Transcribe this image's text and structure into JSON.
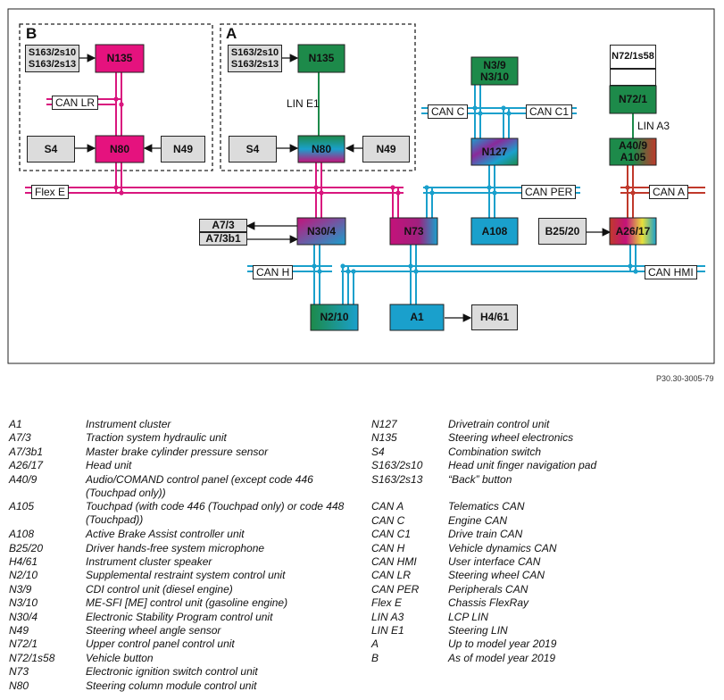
{
  "groups": {
    "b": "B",
    "a": "A"
  },
  "modules": {
    "s163_b": "S163/2s10\nS163/2s13",
    "n135_b": "N135",
    "s4_b": "S4",
    "n80_b": "N80",
    "n49_b": "N49",
    "s163_a": "S163/2s10\nS163/2s13",
    "n135_a": "N135",
    "s4_a": "S4",
    "n80_a": "N80",
    "n49_a": "N49",
    "n3": "N3/9\nN3/10",
    "n72s58": "N72/1s58",
    "n72_1": "N72/1",
    "n127": "N127",
    "a40": "A40/9\nA105",
    "a7": "A7/3",
    "a7b1": "A7/3b1",
    "n30": "N30/4",
    "n73": "N73",
    "a108": "A108",
    "b25": "B25/20",
    "a26": "A26/17",
    "n2": "N2/10",
    "a1": "A1",
    "h4": "H4/61"
  },
  "buses": {
    "can_lr": "CAN LR",
    "lin_e1": "LIN E1",
    "can_c": "CAN C",
    "can_c1": "CAN C1",
    "lin_a3": "LIN A3",
    "flex_e": "Flex E",
    "can_per": "CAN PER",
    "can_a": "CAN A",
    "can_h": "CAN H",
    "can_hmi": "CAN HMI"
  },
  "figure_code": "P30.30-3005-79",
  "colors": {
    "magenta": "#d9167e",
    "pink_box": "#e5127e",
    "green": "#1d8a4a",
    "cyan": "#1aa0cc",
    "red": "#c0392b",
    "grey_box": "#dcdcdc"
  },
  "legend_left": [
    {
      "code": "A1",
      "desc": "Instrument cluster"
    },
    {
      "code": "A7/3",
      "desc": "Traction system hydraulic unit"
    },
    {
      "code": "A7/3b1",
      "desc": "Master brake cylinder pressure sensor"
    },
    {
      "code": "A26/17",
      "desc": "Head unit"
    },
    {
      "code": "A40/9",
      "desc": "Audio/COMAND control panel (except code 446 (Touchpad only))"
    },
    {
      "code": "A105",
      "desc": "Touchpad (with code 446 (Touchpad only) or code 448 (Touchpad))"
    },
    {
      "code": "A108",
      "desc": "Active Brake Assist controller unit"
    },
    {
      "code": "B25/20",
      "desc": "Driver hands-free system microphone"
    },
    {
      "code": "H4/61",
      "desc": "Instrument cluster speaker"
    },
    {
      "code": "N2/10",
      "desc": "Supplemental restraint system control unit"
    },
    {
      "code": "N3/9",
      "desc": "CDI control unit (diesel engine)"
    },
    {
      "code": "N3/10",
      "desc": "ME-SFI [ME] control unit (gasoline engine)"
    },
    {
      "code": "N30/4",
      "desc": "Electronic Stability Program control unit"
    },
    {
      "code": "N49",
      "desc": "Steering wheel angle sensor"
    },
    {
      "code": "N72/1",
      "desc": "Upper control panel control unit"
    },
    {
      "code": "N72/1s58",
      "desc": "Vehicle button"
    },
    {
      "code": "N73",
      "desc": "Electronic ignition switch control unit"
    },
    {
      "code": "N80",
      "desc": "Steering column module control unit"
    }
  ],
  "legend_right": [
    {
      "code": "N127",
      "desc": "Drivetrain control unit"
    },
    {
      "code": "N135",
      "desc": "Steering wheel electronics"
    },
    {
      "code": "S4",
      "desc": "Combination switch"
    },
    {
      "code": "S163/2s10",
      "desc": "Head unit finger navigation pad"
    },
    {
      "code": "S163/2s13",
      "desc": "“Back” button"
    },
    {
      "code": "CAN A",
      "desc": "Telematics CAN"
    },
    {
      "code": "CAN C",
      "desc": "Engine CAN"
    },
    {
      "code": "CAN C1",
      "desc": "Drive train CAN"
    },
    {
      "code": "CAN H",
      "desc": "Vehicle dynamics CAN"
    },
    {
      "code": "CAN HMI",
      "desc": "User interface CAN"
    },
    {
      "code": "CAN LR",
      "desc": "Steering wheel CAN"
    },
    {
      "code": "CAN PER",
      "desc": "Peripherals CAN"
    },
    {
      "code": "Flex E",
      "desc": "Chassis FlexRay"
    },
    {
      "code": "LIN A3",
      "desc": "LCP LIN"
    },
    {
      "code": "LIN E1",
      "desc": "Steering LIN"
    },
    {
      "code": "A",
      "desc": "Up to model year 2019"
    },
    {
      "code": "B",
      "desc": "As of model year 2019"
    }
  ]
}
